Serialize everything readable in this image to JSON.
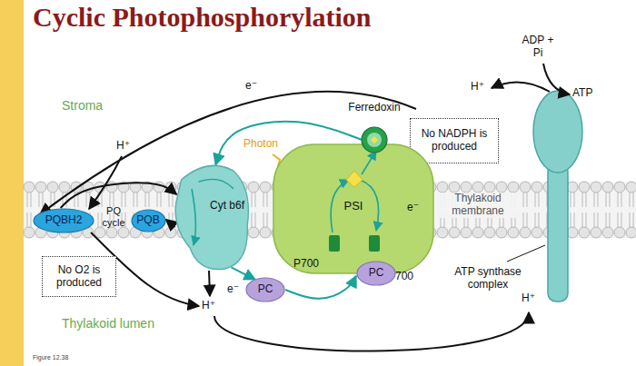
{
  "diagram": {
    "title": "Cyclic Photophosphorylation",
    "caption": "Figure 12.38",
    "nodes": [
      {
        "text": [
          "PQBH2"
        ]
      },
      {
        "text": [
          "PQB"
        ]
      },
      {
        "text": [
          "Cyt b6f"
        ]
      },
      {
        "text": [
          "Ferredoxin"
        ]
      },
      {
        "text": [
          "No NADPH is produced"
        ]
      },
      {
        "text": [
          "PSI",
          "P700",
          "P700"
        ]
      },
      {
        "text": [
          "PC"
        ]
      },
      {
        "text": [
          "PC"
        ]
      },
      {
        "text": [
          "ATP synthase complex"
        ]
      },
      {
        "text": [
          "No O2 is produced"
        ]
      }
    ],
    "edges": [
      {
        "from": 3,
        "to": 2,
        "arrow": "to"
      },
      {
        "from": 2,
        "to": 6,
        "arrow": "to"
      },
      {
        "from": 6,
        "to": 7,
        "arrow": "to"
      },
      {
        "from": 0,
        "to": 2,
        "arrow": "to"
      },
      {
        "from": 2,
        "to": 1,
        "arrow": "to"
      }
    ],
    "labels": [
      "Stroma",
      "Thylakoid lumen",
      "Thylakoid membrane",
      "Photon",
      "PQ cycle",
      "e⁻",
      "e⁻",
      "e⁻",
      "H⁺",
      "H⁺",
      "H⁺",
      "H⁺",
      "ADP + Pi",
      "ATP"
    ]
  }
}
